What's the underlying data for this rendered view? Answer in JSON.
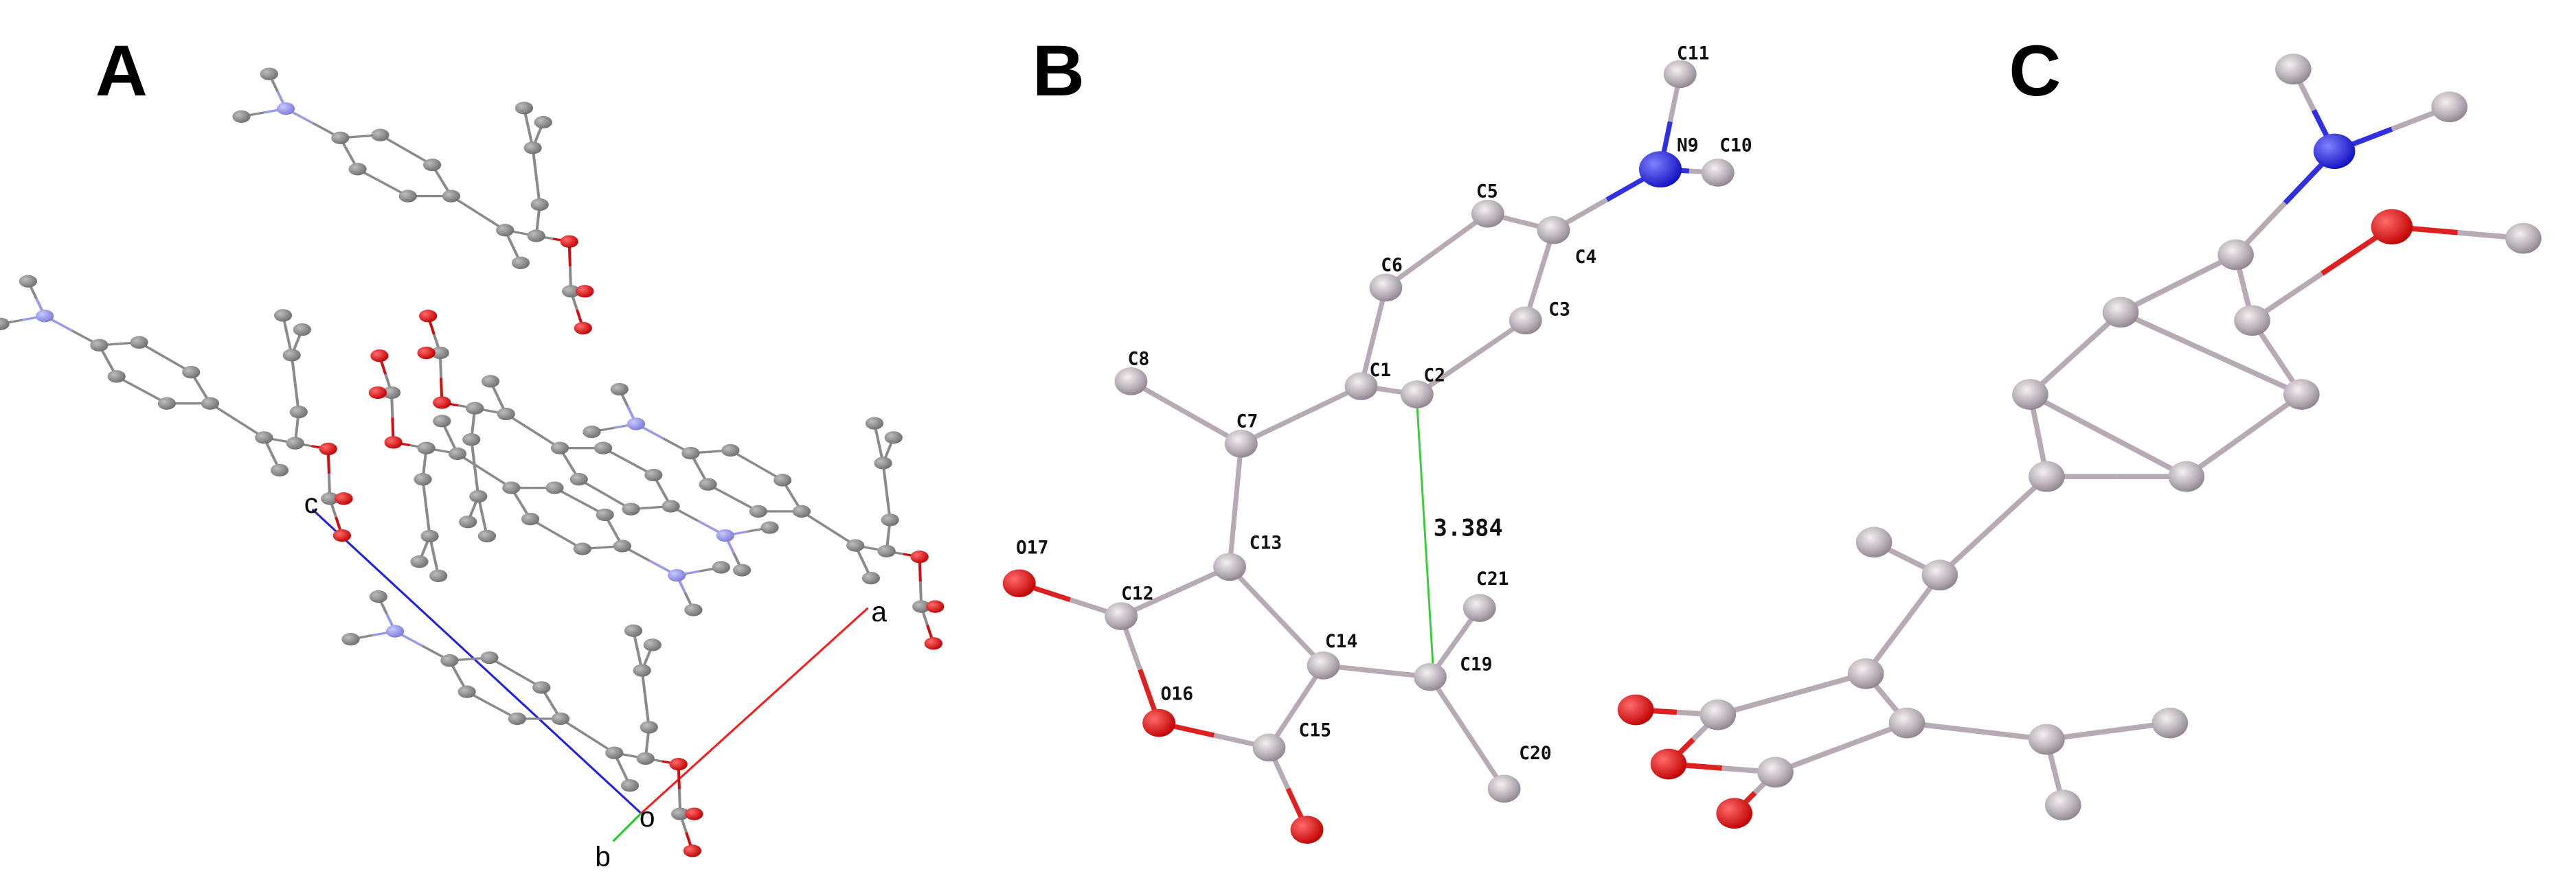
{
  "panels": {
    "a": "A",
    "b": "B",
    "c": "C"
  },
  "panel_a": {
    "axes": {
      "c": "c",
      "a": "a",
      "o": "o",
      "b": "b"
    },
    "axis_colors": {
      "a": "#ee2222",
      "b": "#22cc22",
      "c": "#2222dd"
    }
  },
  "panel_b": {
    "atoms": {
      "C11": "C11",
      "N9": "N9",
      "C10": "C10",
      "C5": "C5",
      "C4": "C4",
      "C6": "C6",
      "C3": "C3",
      "C8": "C8",
      "C1": "C1",
      "C2": "C2",
      "C7": "C7",
      "C13": "C13",
      "O17": "O17",
      "C12": "C12",
      "C14": "C14",
      "C21": "C21",
      "C19": "C19",
      "O16": "O16",
      "C15": "C15",
      "C20": "C20"
    },
    "distance": "3.384",
    "distance_color": "#33cc33"
  },
  "colors": {
    "carbon": "#8a8a8a",
    "oxygen": "#e01010",
    "nitrogen_a": "#9a9ae8",
    "nitrogen": "#2a2af0"
  }
}
